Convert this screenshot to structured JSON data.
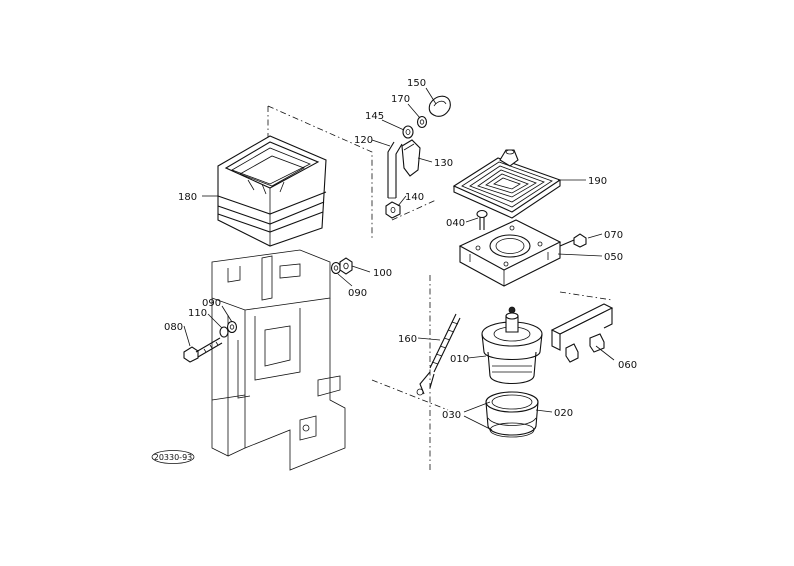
{
  "labels": {
    "p150": "150",
    "p170": "170",
    "p145": "145",
    "p120": "120",
    "p130": "130",
    "p140": "140",
    "p180": "180",
    "p190": "190",
    "p040": "040",
    "p070": "070",
    "p050": "050",
    "p100": "100",
    "p090a": "090",
    "p090b": "090",
    "p110": "110",
    "p080": "080",
    "p160": "160",
    "p010": "010",
    "p060": "060",
    "p030": "030",
    "p020": "020"
  },
  "diagram_code": "20330-93"
}
